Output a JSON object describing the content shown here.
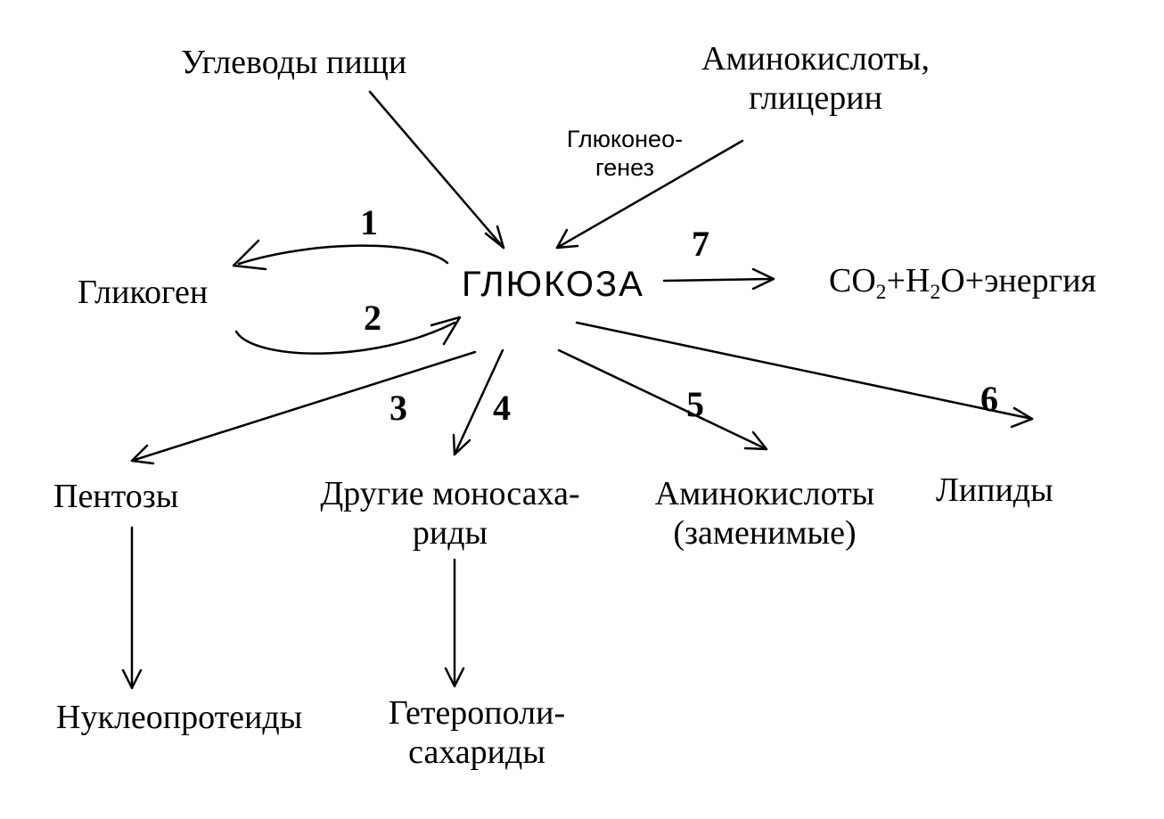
{
  "nodes": {
    "food_carbs": "Углеводы пищи",
    "amino_glycerol_line1": "Аминокислоты,",
    "amino_glycerol_line2": "глицерин",
    "gluconeogenesis_line1": "Глюконео-",
    "gluconeogenesis_line2": "генез",
    "glycogen": "Гликоген",
    "glucose": "ГЛЮКОЗА",
    "co2": "CO",
    "co2_sub": "2",
    "plus_h": "+H",
    "h2o_sub": "2",
    "o_energy": "O+энергия",
    "pentoses": "Пентозы",
    "other_mono_line1": "Другие моносаха-",
    "other_mono_line2": "риды",
    "amino_repl_line1": "Аминокислоты",
    "amino_repl_line2": "(заменимые)",
    "lipids": "Липиды",
    "nucleoproteins": "Нуклеопротеиды",
    "heteropoly_line1": "Гетерополи-",
    "heteropoly_line2": "сахариды"
  },
  "pathway_numbers": [
    "1",
    "2",
    "3",
    "4",
    "5",
    "6",
    "7"
  ],
  "colors": {
    "ink": "#000000",
    "background": "#ffffff"
  }
}
